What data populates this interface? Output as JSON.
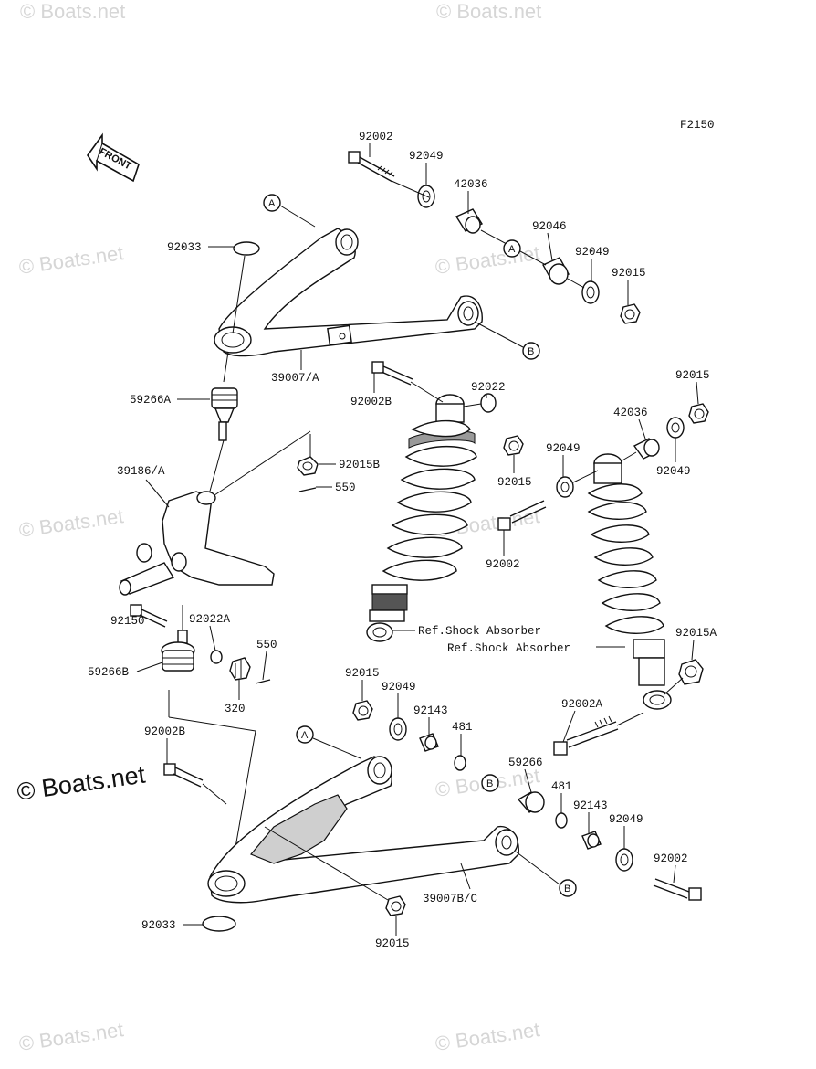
{
  "figure_code": "F2150",
  "front_label": "FRONT",
  "watermark_small": "© Boats.net",
  "watermark_big": "© Boats.net",
  "callouts": {
    "A": "A",
    "B": "B"
  },
  "labels": {
    "p92002_top": "92002",
    "p92049_top": "92049",
    "p42036_top": "42036",
    "p92046": "92046",
    "p92049_top2": "92049",
    "p92015_top": "92015",
    "p92033_top": "92033",
    "p39007A": "39007/A",
    "p92002B_top": "92002B",
    "p92022": "92022",
    "p59266A": "59266A",
    "p92015B": "92015B",
    "p550_top": "550",
    "p39186A": "39186/A",
    "p92015_mid": "92015",
    "p92049_mid": "92049",
    "p92002_mid": "92002",
    "p92015_right": "92015",
    "p42036_right": "42036",
    "p92049_right": "92049",
    "p92150": "92150",
    "p92022A": "92022A",
    "p550_mid": "550",
    "p59266B": "59266B",
    "p320": "320",
    "ref_shock_1": "Ref.Shock Absorber",
    "ref_shock_2": "Ref.Shock Absorber",
    "p92015A": "92015A",
    "p92015_low": "92015",
    "p92049_low": "92049",
    "p92143_low": "92143",
    "p481_low": "481",
    "p92002A": "92002A",
    "p59266": "59266",
    "p481_low2": "481",
    "p92143_low2": "92143",
    "p92049_low2": "92049",
    "p92002B_low": "92002B",
    "p92002_low": "92002",
    "p39007BC": "39007B/C",
    "p92033_low": "92033",
    "p92015_bottom": "92015"
  }
}
